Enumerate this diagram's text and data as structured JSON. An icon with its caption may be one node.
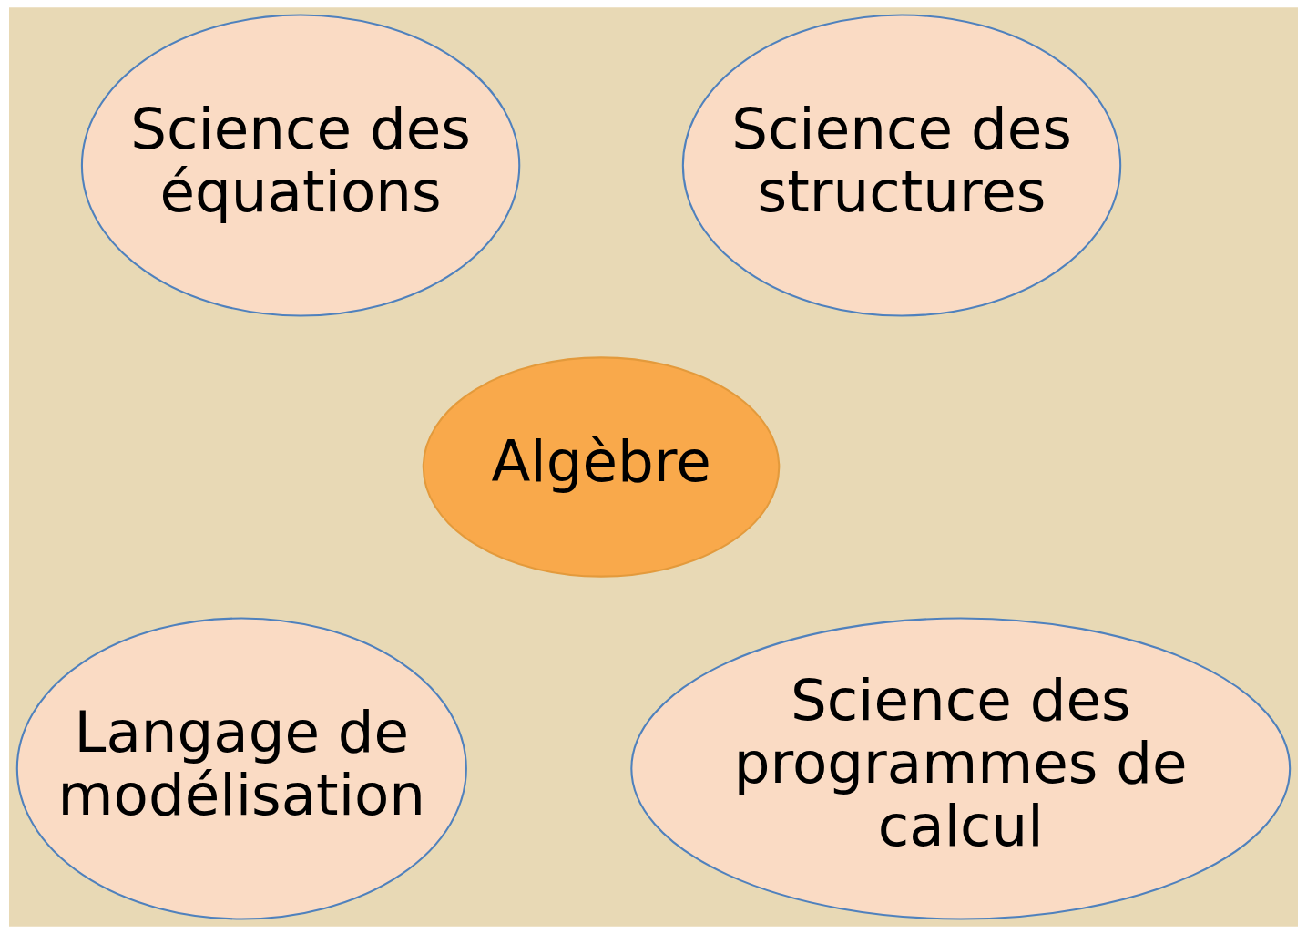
{
  "diagram": {
    "nodes": [
      {
        "text": [
          "Science des équations"
        ]
      },
      {
        "text": [
          "Science des structures"
        ]
      },
      {
        "text": [
          "Algèbre"
        ]
      },
      {
        "text": [
          "Langage de modélisation"
        ]
      },
      {
        "text": [
          "Science des programmes de calcul"
        ]
      }
    ]
  }
}
